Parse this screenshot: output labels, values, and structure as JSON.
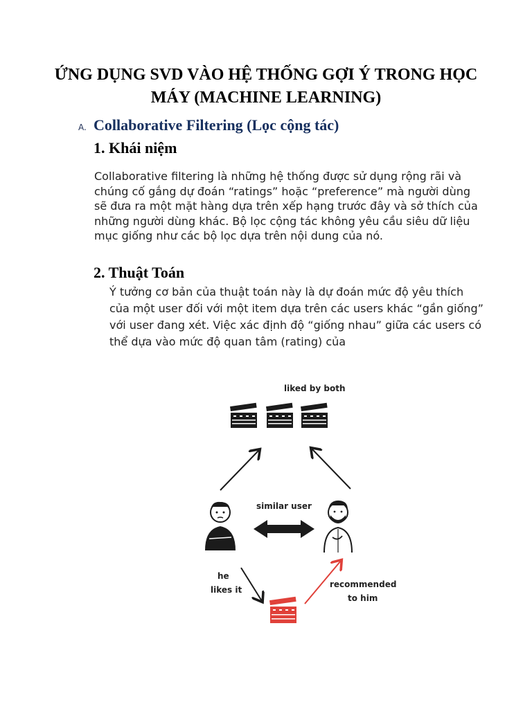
{
  "document": {
    "title": "ỨNG DỤNG SVD VÀO HỆ THỐNG GỢI Ý TRONG HỌC MÁY (MACHINE LEARNING)",
    "section": {
      "marker": "A.",
      "heading": "Collaborative Filtering (Lọc cộng tác)"
    },
    "subsections": [
      {
        "heading": "1. Khái niệm",
        "text": "Collaborative filtering là những hệ thống được sử dụng rộng rãi và chúng cố gắng dự đoán “ratings” hoặc “preference” mà người dùng sẽ đưa ra một mặt hàng dựa trên xếp hạng trước đây và sở thích của những người dùng khác. Bộ lọc cộng tác không yêu cầu siêu dữ liệu mục giống như các bộ lọc dựa trên nội dung của nó."
      },
      {
        "heading": "2. Thuật Toán",
        "text": "Ý tưởng cơ bản của thuật toán này là dự đoán mức độ yêu thích của một user đối với một item dựa trên các users khác “gần giống” với user đang xét. Việc xác định độ “giống nhau” giữa các users có thể dựa vào mức độ quan tâm (rating) của"
      }
    ]
  },
  "figure": {
    "liked_label": "liked by both",
    "similar_label": "similar user",
    "he_likes_line1": "he",
    "he_likes_line2": "likes it",
    "recommended_line1": "recommended",
    "recommended_line2": "to him",
    "colors": {
      "ink": "#1b1b1b",
      "recommend": "#e0413a"
    }
  }
}
